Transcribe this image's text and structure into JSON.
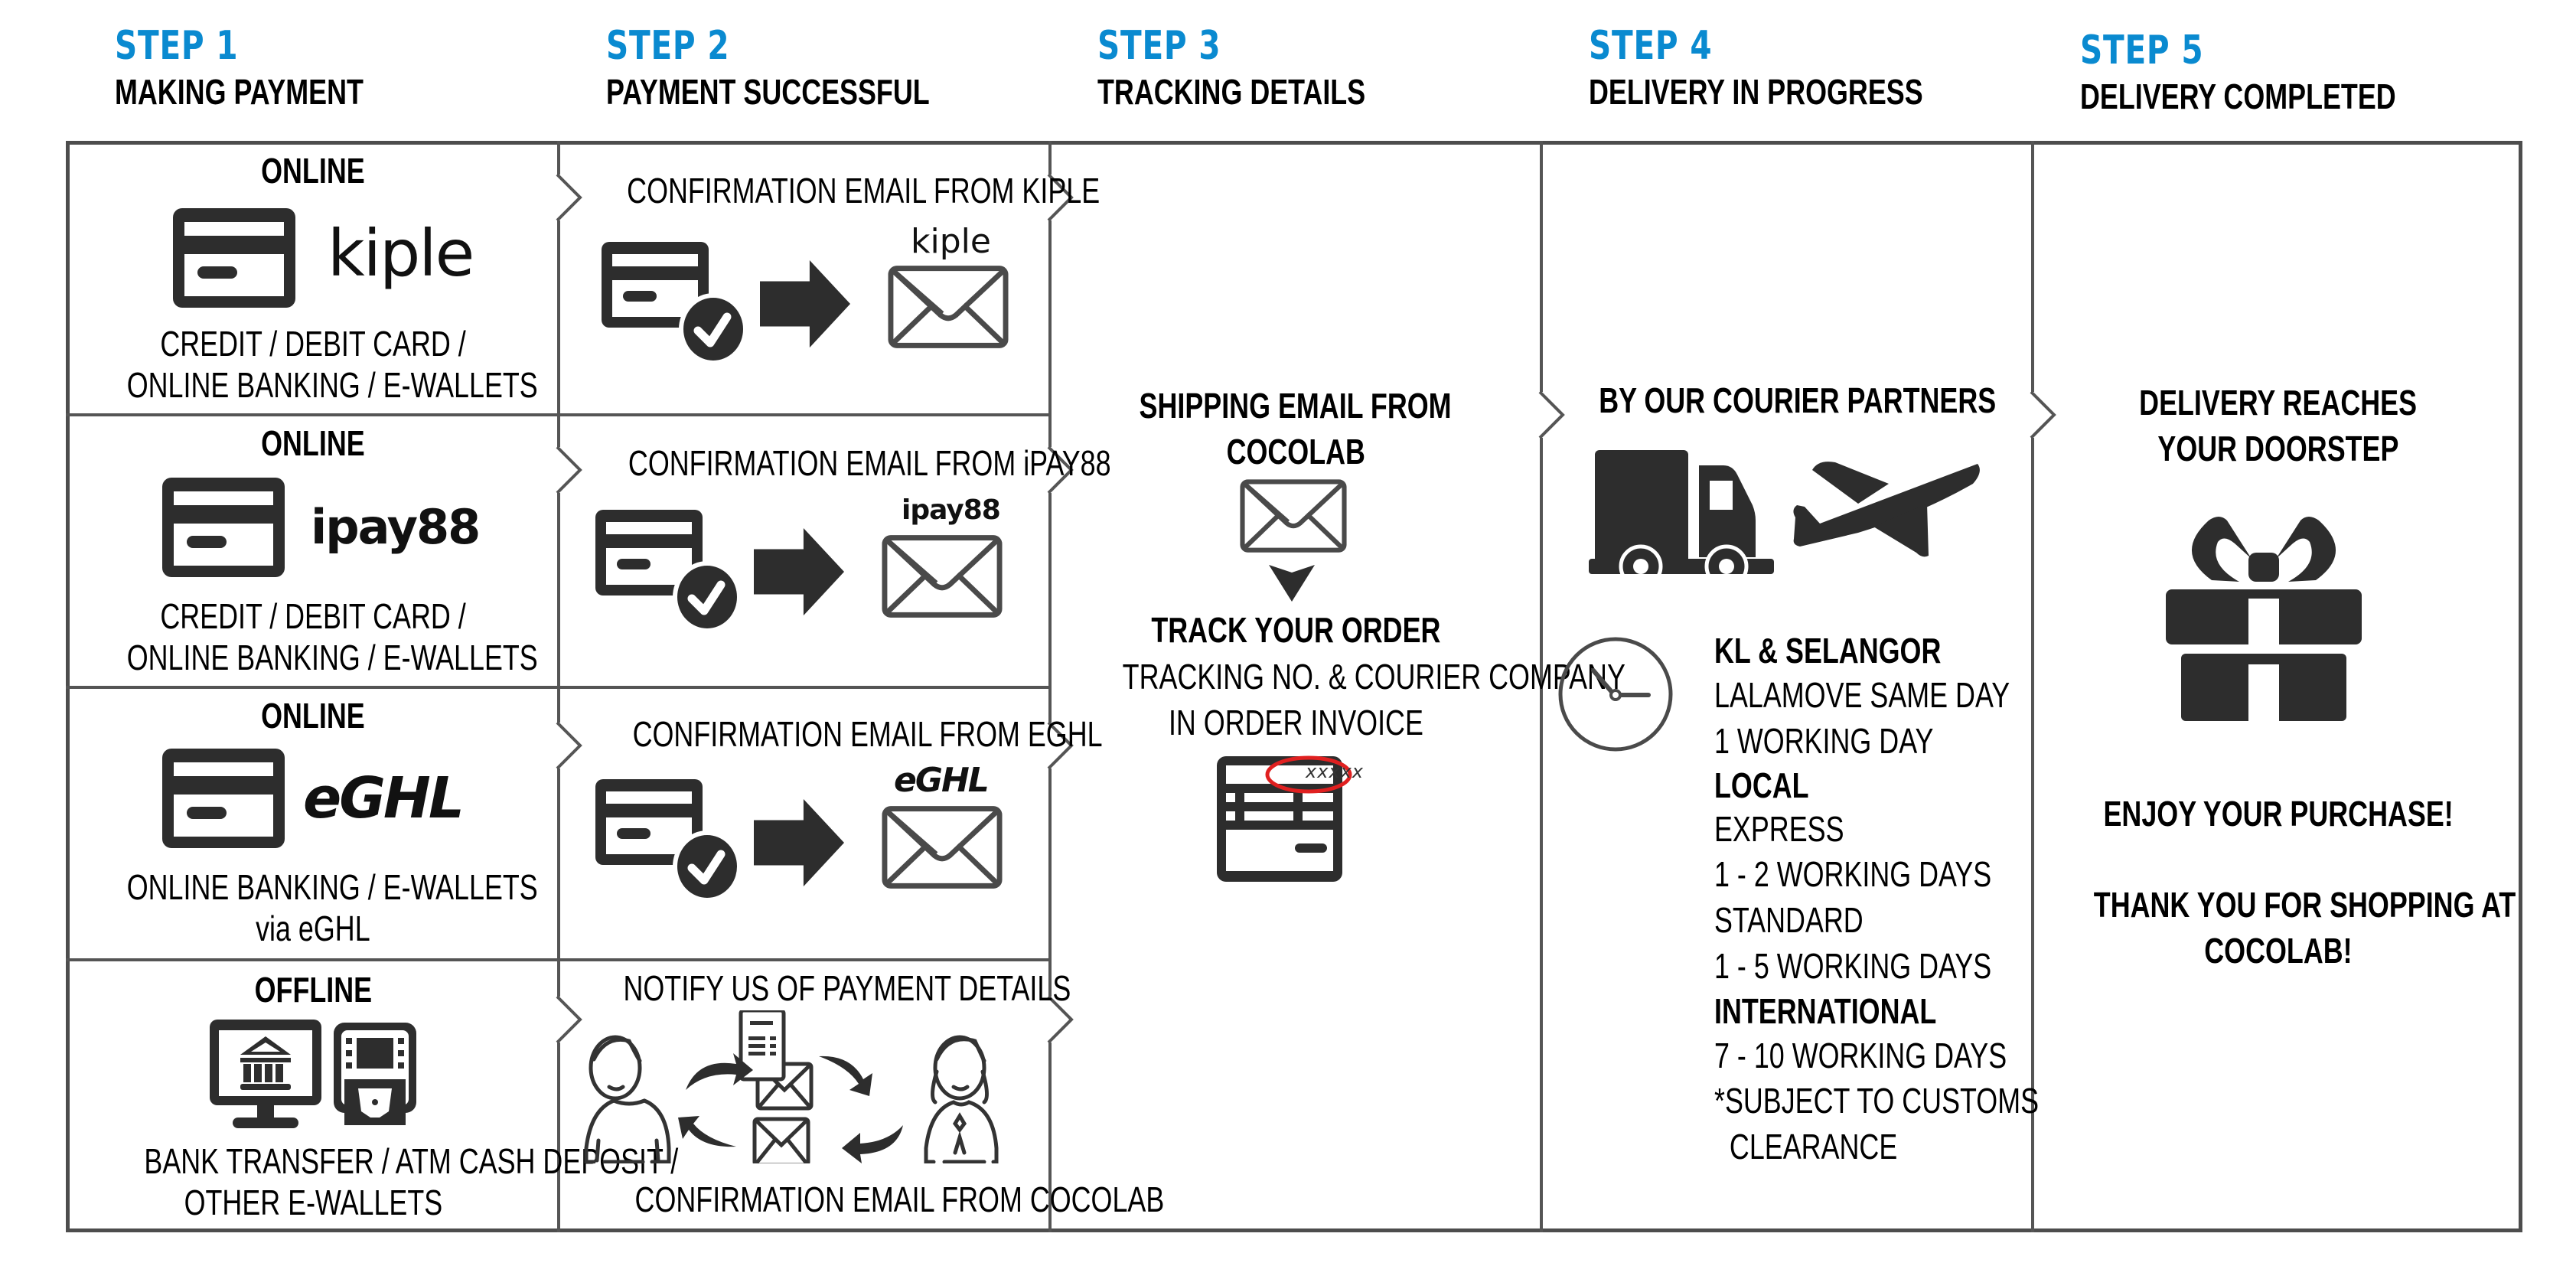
{
  "colors": {
    "accent": "#0a8ad0",
    "icon": "#2d2d2d",
    "border": "#4d4d4d",
    "highlight": "#e02020"
  },
  "steps": [
    {
      "number": "STEP 1",
      "title": "MAKING PAYMENT"
    },
    {
      "number": "STEP 2",
      "title": "PAYMENT  SUCCESSFUL"
    },
    {
      "number": "STEP 3",
      "title": "TRACKING DETAILS"
    },
    {
      "number": "STEP 4",
      "title": "DELIVERY IN PROGRESS"
    },
    {
      "number": "STEP 5",
      "title": "DELIVERY COMPLETED"
    }
  ],
  "payment_methods": [
    {
      "type": "ONLINE",
      "provider_logo": "kiple",
      "icon": "credit-card-icon",
      "lines": [
        "CREDIT / DEBIT CARD /",
        "ONLINE BANKING / E-WALLETS"
      ]
    },
    {
      "type": "ONLINE",
      "provider_logo": "ipay88",
      "icon": "credit-card-icon",
      "lines": [
        "CREDIT / DEBIT CARD /",
        "ONLINE BANKING / E-WALLETS"
      ]
    },
    {
      "type": "ONLINE",
      "provider_logo": "eGHL",
      "icon": "credit-card-icon",
      "lines": [
        "ONLINE BANKING / E-WALLETS",
        "via eGHL"
      ]
    },
    {
      "type": "OFFLINE",
      "icon": "bank-computer-icon",
      "icon2": "atm-icon",
      "lines": [
        "BANK TRANSFER / ATM CASH DEPOSIT /",
        "OTHER E-WALLETS"
      ]
    }
  ],
  "confirmations": [
    {
      "title": "CONFIRMATION EMAIL FROM KIPLE",
      "logo": "kiple"
    },
    {
      "title": "CONFIRMATION EMAIL FROM iPAY88",
      "logo": "ipay88"
    },
    {
      "title": "CONFIRMATION EMAIL FROM EGHL",
      "logo": "eGHL"
    },
    {
      "title": "NOTIFY US OF PAYMENT DETAILS",
      "footer": "CONFIRMATION EMAIL FROM COCOLAB"
    }
  ],
  "tracking": {
    "heading_lines": [
      "SHIPPING EMAIL FROM",
      "COCOLAB"
    ],
    "subheading": "TRACK YOUR ORDER",
    "detail_lines": [
      "TRACKING NO. & COURIER COMPANY",
      "IN ORDER INVOICE"
    ],
    "invoice_placeholder": "xxxxx"
  },
  "delivery": {
    "heading": "BY OUR COURIER PARTNERS",
    "groups": [
      {
        "title": "KL & SELANGOR",
        "lines": [
          "LALAMOVE SAME DAY",
          "1 WORKING DAY"
        ]
      },
      {
        "title": "LOCAL",
        "lines": [
          "EXPRESS",
          "1 - 2 WORKING DAYS",
          "STANDARD",
          "1 - 5 WORKING DAYS"
        ]
      },
      {
        "title": "INTERNATIONAL",
        "lines": [
          "7 - 10 WORKING DAYS",
          "*SUBJECT TO CUSTOMS",
          "  CLEARANCE"
        ]
      }
    ]
  },
  "completed": {
    "heading_lines": [
      "DELIVERY REACHES",
      "YOUR DOORSTEP"
    ],
    "enjoy": "ENJOY YOUR PURCHASE!",
    "thanks_lines": [
      "THANK YOU FOR SHOPPING AT",
      "COCOLAB!"
    ]
  }
}
